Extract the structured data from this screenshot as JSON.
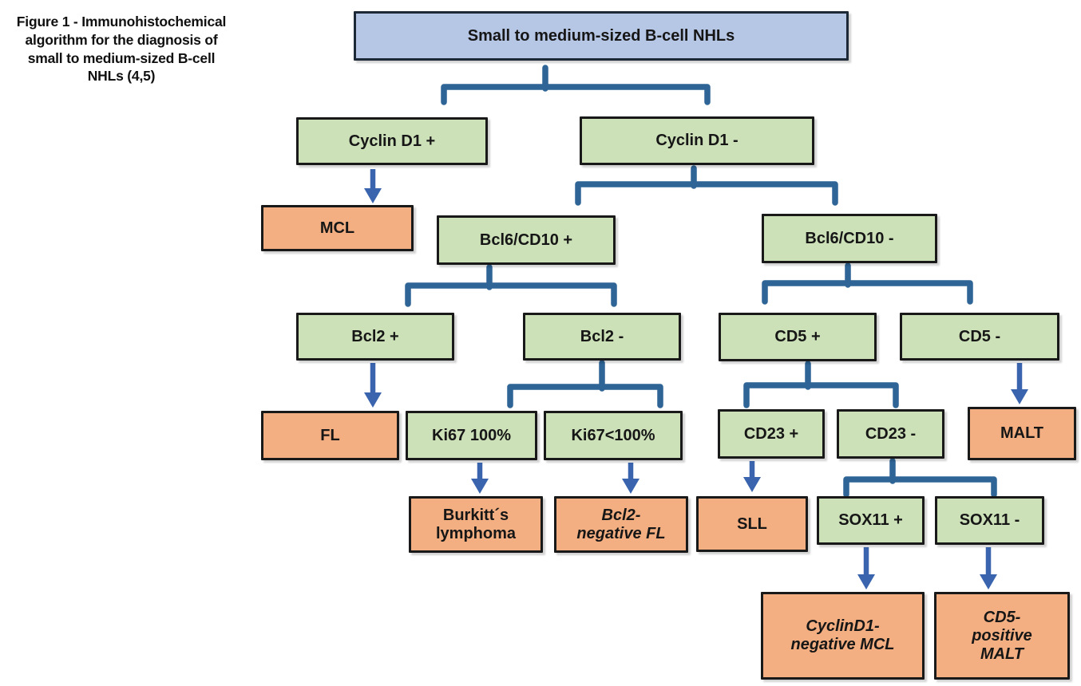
{
  "figure": {
    "caption": "Figure 1 - Immunohistochemical\nalgorithm for the diagnosis of\nsmall to medium-sized B-cell\nNHLs (4,5)"
  },
  "palette": {
    "category_fill": "#b6c6e5",
    "marker_fill": "#cce1b8",
    "diagnosis_fill": "#f3af81",
    "box_border": "#191919",
    "bracket_blue": "#2e6496",
    "arrow_blue": "#3a64ad"
  },
  "nodes": {
    "root": "Small to medium-sized B-cell NHLs",
    "cyclin_d1_pos": "Cyclin D1 +",
    "cyclin_d1_neg": "Cyclin D1 -",
    "mcl": "MCL",
    "bcl6_cd10_pos": "Bcl6/CD10 +",
    "bcl6_cd10_neg": "Bcl6/CD10 -",
    "bcl2_pos": "Bcl2 +",
    "bcl2_neg": "Bcl2 -",
    "cd5_pos": "CD5 +",
    "cd5_neg": "CD5 -",
    "fl": "FL",
    "ki67_100": "Ki67 100%",
    "ki67_lt_100": "Ki67<100%",
    "cd23_pos": "CD23 +",
    "cd23_neg": "CD23 -",
    "malt": "MALT",
    "burkitts_lymphoma": "Burkitt´s\nlymphoma",
    "bcl2_negative_fl": "Bcl2-\nnegative FL",
    "sll": "SLL",
    "sox11_pos": "SOX11 +",
    "sox11_neg": "SOX11 -",
    "cyclin_d1_negative_mcl": "CyclinD1-\nnegative MCL",
    "cd5_positive_malt": "CD5-\npositive\nMALT"
  },
  "edges": [
    {
      "from": "root",
      "to": [
        "cyclin_d1_pos",
        "cyclin_d1_neg"
      ]
    },
    {
      "from": "cyclin_d1_pos",
      "to": [
        "mcl"
      ]
    },
    {
      "from": "cyclin_d1_neg",
      "to": [
        "bcl6_cd10_pos",
        "bcl6_cd10_neg"
      ]
    },
    {
      "from": "bcl6_cd10_pos",
      "to": [
        "bcl2_pos",
        "bcl2_neg"
      ]
    },
    {
      "from": "bcl6_cd10_neg",
      "to": [
        "cd5_pos",
        "cd5_neg"
      ]
    },
    {
      "from": "bcl2_pos",
      "to": [
        "fl"
      ]
    },
    {
      "from": "bcl2_neg",
      "to": [
        "ki67_100",
        "ki67_lt_100"
      ]
    },
    {
      "from": "ki67_100",
      "to": [
        "burkitts_lymphoma"
      ]
    },
    {
      "from": "ki67_lt_100",
      "to": [
        "bcl2_negative_fl"
      ]
    },
    {
      "from": "cd5_pos",
      "to": [
        "cd23_pos",
        "cd23_neg"
      ]
    },
    {
      "from": "cd5_neg",
      "to": [
        "malt"
      ]
    },
    {
      "from": "cd23_pos",
      "to": [
        "sll"
      ]
    },
    {
      "from": "cd23_neg",
      "to": [
        "sox11_pos",
        "sox11_neg"
      ]
    },
    {
      "from": "sox11_pos",
      "to": [
        "cyclin_d1_negative_mcl"
      ]
    },
    {
      "from": "sox11_neg",
      "to": [
        "cd5_positive_malt"
      ]
    }
  ]
}
